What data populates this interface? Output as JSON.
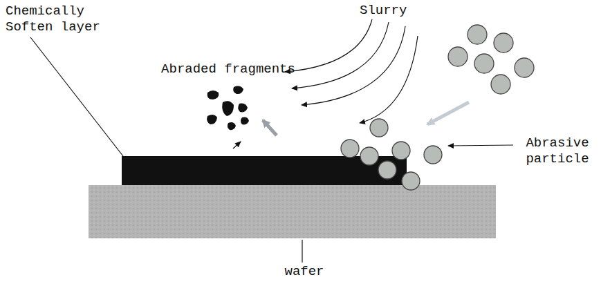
{
  "diagram": {
    "labels": [
      "Chemically Soften layer",
      "Abraded fragments",
      "Slurry",
      "Abrasive particle",
      "wafer"
    ]
  }
}
